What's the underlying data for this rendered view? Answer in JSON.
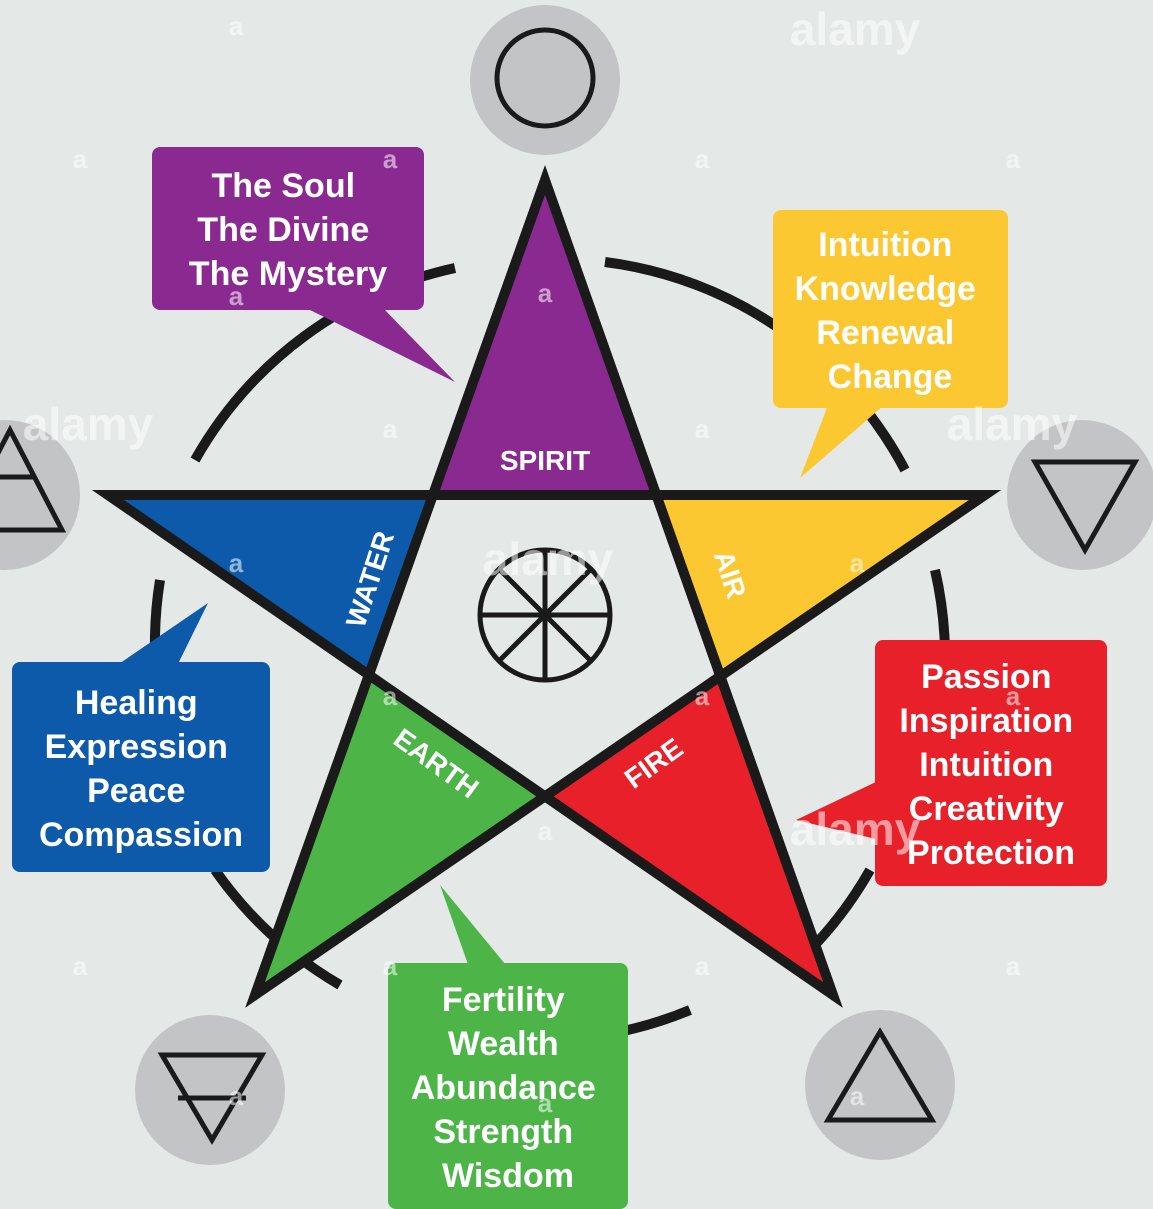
{
  "points": {
    "spirit": "SPIRIT",
    "water": "WATER",
    "air": "AIR",
    "earth": "EARTH",
    "fire": "FIRE"
  },
  "bubbles": {
    "spirit": [
      "The Soul",
      "The Divine",
      "The Mystery"
    ],
    "air": [
      "Intuition",
      "Knowledge",
      "Renewal",
      "Change"
    ],
    "water": [
      "Healing",
      "Expression",
      "Peace",
      "Compassion"
    ],
    "fire": [
      "Passion",
      "Inspiration",
      "Intuition",
      "Creativity",
      "Protection"
    ],
    "earth": [
      "Fertility",
      "Wealth",
      "Abundance",
      "Strength",
      "Wisdom"
    ]
  },
  "symbols": {
    "spirit": "circle-icon",
    "center": "eight-spoke-wheel-icon",
    "air": "air-triangle-icon",
    "water": "water-triangle-icon",
    "fire": "fire-triangle-icon",
    "earth": "earth-triangle-icon"
  },
  "colors": {
    "background": "#e4e9e8",
    "spirit": "#8a2a91",
    "air": "#fcc831",
    "water": "#0d59aa",
    "fire": "#e8202a",
    "earth": "#4db448",
    "symbol_disc": "#c3c4c6",
    "outline": "#1a1a1a"
  },
  "watermark": {
    "brand": "alamy",
    "mark": "a"
  }
}
